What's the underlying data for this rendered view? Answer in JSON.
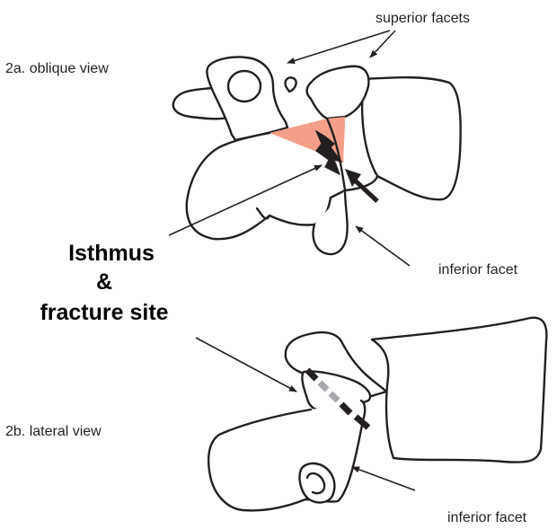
{
  "labels": {
    "superior_facets": "superior facets",
    "oblique_view": "2a. oblique view",
    "isthmus_title": [
      "Isthmus",
      "&",
      "fracture site"
    ],
    "inferior_facet_top": "inferior facet",
    "lateral_view": "2b. lateral view",
    "inferior_facet_bottom": "inferior facet"
  },
  "colors": {
    "outline": "#231f20",
    "isthmus_highlight": "#f4a089",
    "fracture_line_dark": "#231f20",
    "fracture_line_light": "#a7a9ac"
  }
}
